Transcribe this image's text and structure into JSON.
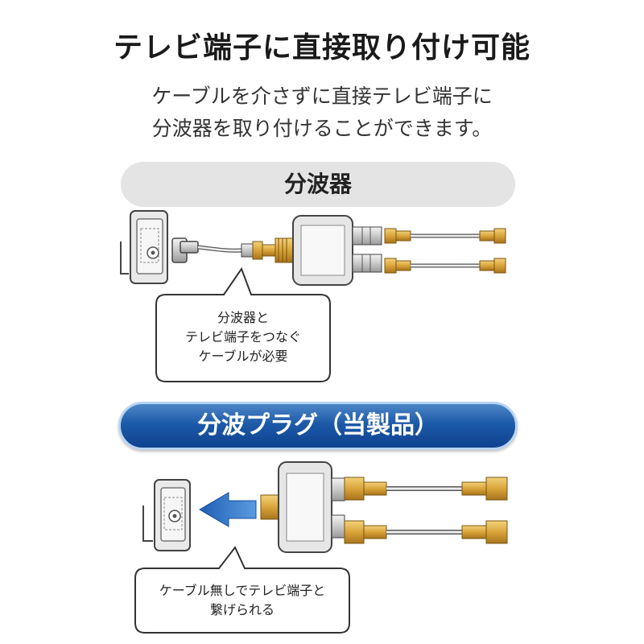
{
  "header": {
    "title": "テレビ端子に直接取り付け可能",
    "description_line1": "ケーブルを介さずに直接テレビ端子に",
    "description_line2": "分波器を取り付けることができます。"
  },
  "section1": {
    "label": "分波器",
    "bubble_line1": "分波器と",
    "bubble_line2": "テレビ端子をつなぐ",
    "bubble_line3": "ケーブルが必要"
  },
  "section2": {
    "label": "分波プラグ（当製品）",
    "bubble_line1": "ケーブル無しでテレビ端子と",
    "bubble_line2": "繋げられる"
  },
  "colors": {
    "brand_blue": "#1c5aa8",
    "arrow_blue": "#2f6fc4",
    "gold": "#d9a43a",
    "pill_gray": "#e4e4e4"
  }
}
